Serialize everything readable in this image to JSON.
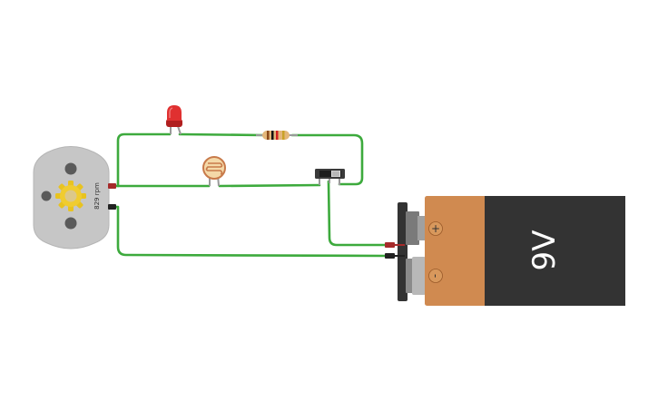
{
  "motor": {
    "speed_readout": "829 rpm",
    "icon": "gear-icon"
  },
  "battery": {
    "voltage_label": "9V",
    "positive_symbol": "+",
    "negative_symbol": "-"
  },
  "colors": {
    "wire": "#3daa3d",
    "battery_body": "#d08a50",
    "battery_cap": "#333333",
    "motor_body": "#c6c6c6",
    "led": "#e03030",
    "photoresistor": "#c87a4a",
    "terminal_positive": "#a52a2a",
    "terminal_negative": "#222222"
  },
  "components": [
    "dc-motor",
    "led",
    "resistor",
    "photoresistor",
    "slide-switch",
    "9v-battery"
  ]
}
